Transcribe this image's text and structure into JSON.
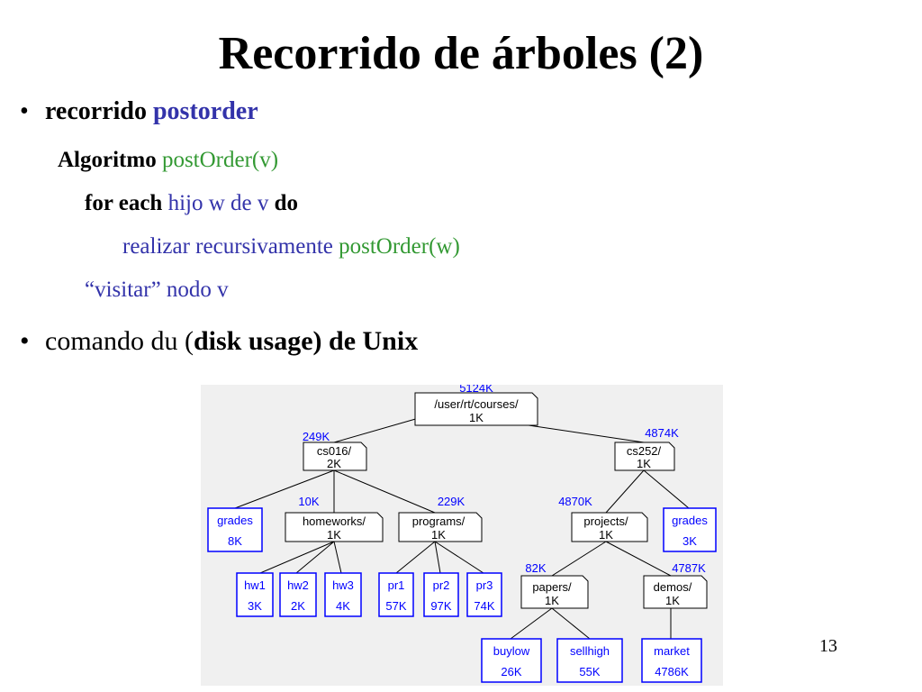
{
  "title": "Recorrido de árboles (2)",
  "bullet_symbol": "•",
  "bullet1": {
    "bold": "recorrido",
    "highlight": "postorder"
  },
  "algo": {
    "line1": {
      "keyword": "Algoritmo",
      "call": "postOrder(v)"
    },
    "line2": {
      "keyword": "for each",
      "var": "hijo w de v",
      "do": "do"
    },
    "line3": {
      "text": "realizar recursivamente",
      "call": "postOrder(w)"
    },
    "line4": {
      "text": "“visitar” nodo v"
    }
  },
  "bullet2": {
    "prefix": "comando du (",
    "bold": "disk usage) de Unix"
  },
  "page_number": "13",
  "tree": {
    "root": {
      "size": "5124K",
      "name": "/user/rt/courses/",
      "own": "1K"
    },
    "cs016": {
      "size": "249K",
      "name": "cs016/",
      "own": "2K"
    },
    "cs252": {
      "size": "4874K",
      "name": "cs252/",
      "own": "1K"
    },
    "grades1": {
      "name": "grades",
      "own": "8K"
    },
    "homeworks": {
      "size": "10K",
      "name": "homeworks/",
      "own": "1K"
    },
    "programs": {
      "size": "229K",
      "name": "programs/",
      "own": "1K"
    },
    "projects": {
      "size": "4870K",
      "name": "projects/",
      "own": "1K"
    },
    "grades2": {
      "name": "grades",
      "own": "3K"
    },
    "hw1": {
      "name": "hw1",
      "own": "3K"
    },
    "hw2": {
      "name": "hw2",
      "own": "2K"
    },
    "hw3": {
      "name": "hw3",
      "own": "4K"
    },
    "pr1": {
      "name": "pr1",
      "own": "57K"
    },
    "pr2": {
      "name": "pr2",
      "own": "97K"
    },
    "pr3": {
      "name": "pr3",
      "own": "74K"
    },
    "papers": {
      "size": "82K",
      "name": "papers/",
      "own": "1K"
    },
    "demos": {
      "size": "4787K",
      "name": "demos/",
      "own": "1K"
    },
    "buylow": {
      "name": "buylow",
      "own": "26K"
    },
    "sellhigh": {
      "name": "sellhigh",
      "own": "55K"
    },
    "market": {
      "name": "market",
      "own": "4786K"
    }
  },
  "colors": {
    "file_border": "#0000ff",
    "size_label": "#0000ff",
    "highlight": "#3333aa",
    "code_green": "#339933",
    "diagram_bg": "#f0f0f0"
  }
}
